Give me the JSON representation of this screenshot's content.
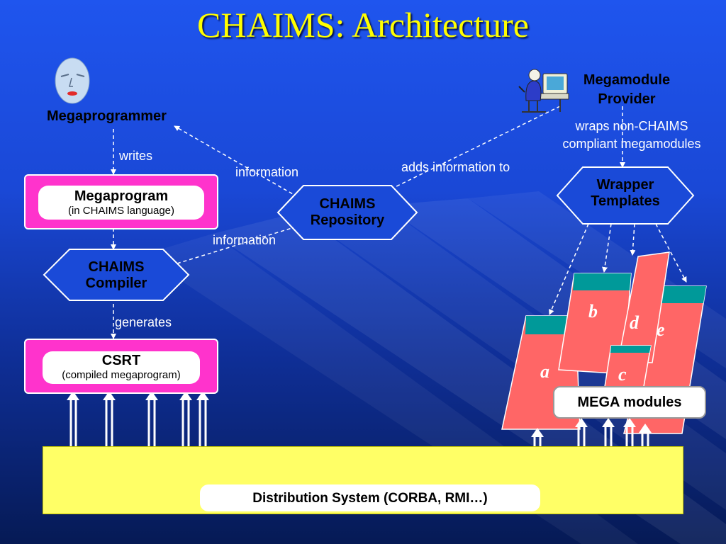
{
  "slide": {
    "title": "CHAIMS: Architecture",
    "colors": {
      "title": "#ffff00",
      "background": "#1f55ee",
      "hexagon": "#1a4ad8",
      "pink_box": "#ff33cc",
      "module_body": "#ff6666",
      "module_header": "#009999",
      "distribution_band": "#ffff66"
    }
  },
  "megaprogrammer": {
    "label": "Megaprogrammer",
    "icon": "face-mask-icon"
  },
  "provider": {
    "label_line1": "Megamodule",
    "label_line2": "Provider",
    "icon": "person-at-computer-icon"
  },
  "edges": {
    "writes": "writes",
    "information_top": "information",
    "information_bottom": "information",
    "adds_information": "adds information to",
    "generates": "generates",
    "wraps_line1": "wraps non-CHAIMS",
    "wraps_line2": "compliant megamodules"
  },
  "megaprogram": {
    "title": "Megaprogram",
    "subtitle": "(in CHAIMS language)"
  },
  "compiler": {
    "line1": "CHAIMS",
    "line2": "Compiler"
  },
  "repository": {
    "line1": "CHAIMS",
    "line2": "Repository"
  },
  "wrapper": {
    "line1": "Wrapper",
    "line2": "Templates"
  },
  "csrt": {
    "title": "CSRT",
    "subtitle": "(compiled megaprogram)"
  },
  "modules": {
    "label": "MEGA modules",
    "letters": [
      "a",
      "b",
      "c",
      "d",
      "e"
    ]
  },
  "distribution": {
    "label": "Distribution System (CORBA, RMI…)"
  }
}
